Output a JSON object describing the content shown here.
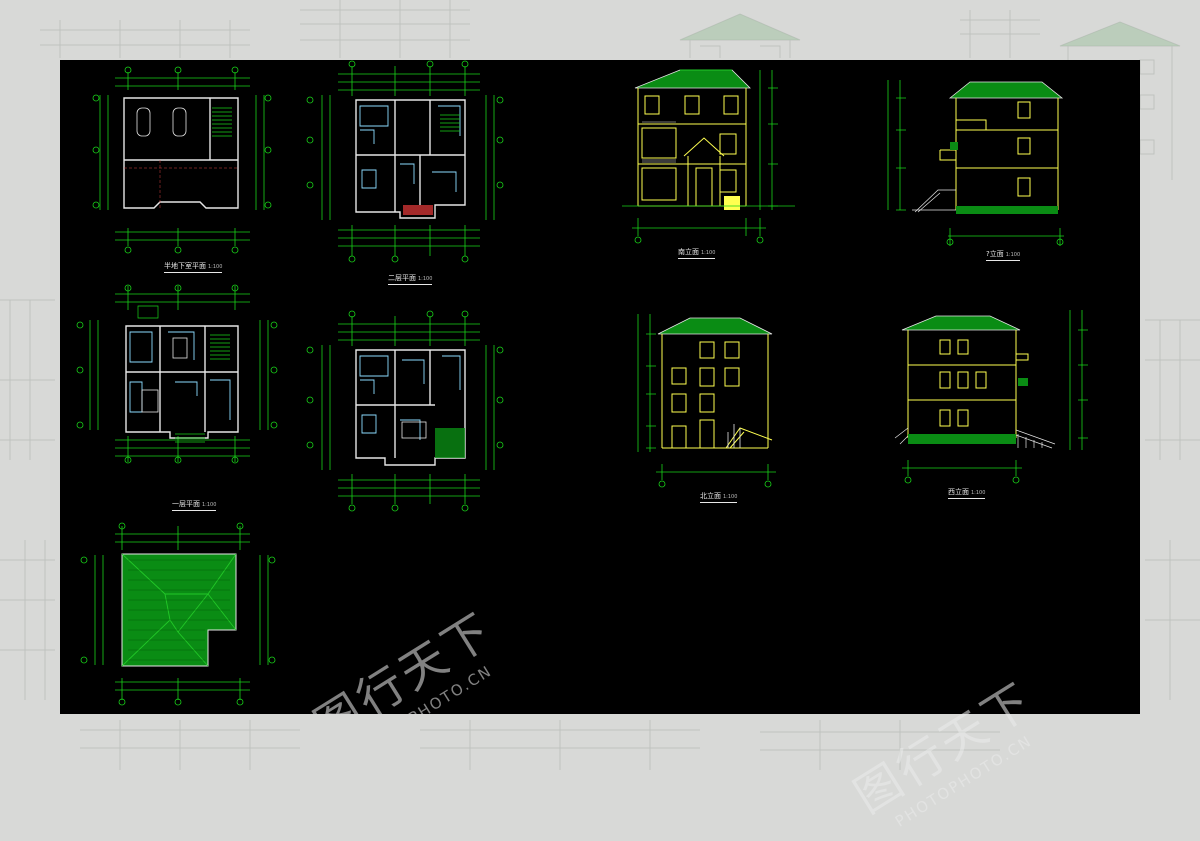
{
  "drawings": {
    "basement_plan": {
      "title": "半地下室平面",
      "scale": "1:100"
    },
    "second_floor_plan": {
      "title": "二层平面",
      "scale": "1:100"
    },
    "first_floor_plan": {
      "title": "一层平面",
      "scale": "1:100"
    },
    "third_floor_plan": {
      "title": "",
      "scale": ""
    },
    "roof_plan": {
      "title": "",
      "scale": ""
    },
    "south_elevation": {
      "title": "南立面",
      "scale": "1:100"
    },
    "elevation_right": {
      "title": "?立面",
      "scale": "1:100"
    },
    "north_elevation": {
      "title": "北立面",
      "scale": "1:100"
    },
    "west_elevation": {
      "title": "西立面",
      "scale": "1:100"
    }
  },
  "watermark": {
    "chinese": "图行天下",
    "english": "PHOTOPHOTO.CN"
  },
  "colors": {
    "canvas": "#000000",
    "dimension": "#19d219",
    "plan_wall": "#e6e6e6",
    "elevation": "#ffff50",
    "roof": "#0a8c14",
    "room": "#8cdcff",
    "frame": "#d8d9d7"
  }
}
